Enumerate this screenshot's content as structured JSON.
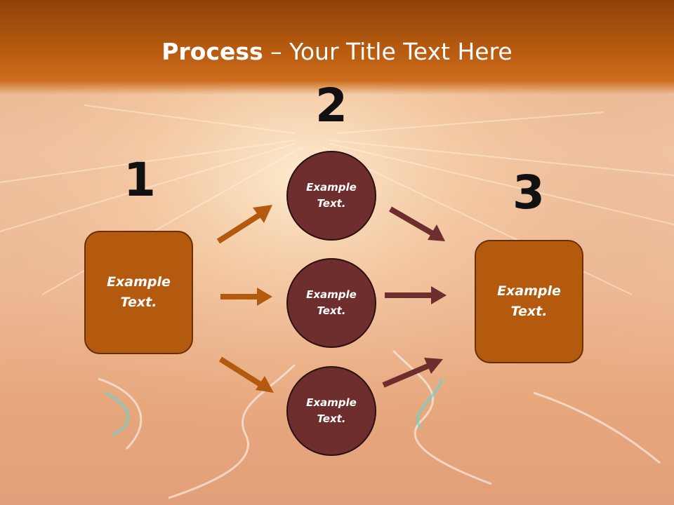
{
  "title": {
    "bold": "Process",
    "rest": " – Your Title Text Here"
  },
  "steps": {
    "one": "1",
    "two": "2",
    "three": "3"
  },
  "left_box": {
    "line1": "Example",
    "line2": "Text."
  },
  "right_box": {
    "line1": "Example",
    "line2": "Text."
  },
  "circles": [
    {
      "line1": "Example",
      "line2": "Text."
    },
    {
      "line1": "Example",
      "line2": "Text."
    },
    {
      "line1": "Example",
      "line2": "Text."
    }
  ],
  "colors": {
    "title_bar": "#b95c10",
    "box": "#b35a0f",
    "circle": "#6e2e2e",
    "arrow_in": "#b35a0f",
    "arrow_out": "#6e2e2e"
  }
}
